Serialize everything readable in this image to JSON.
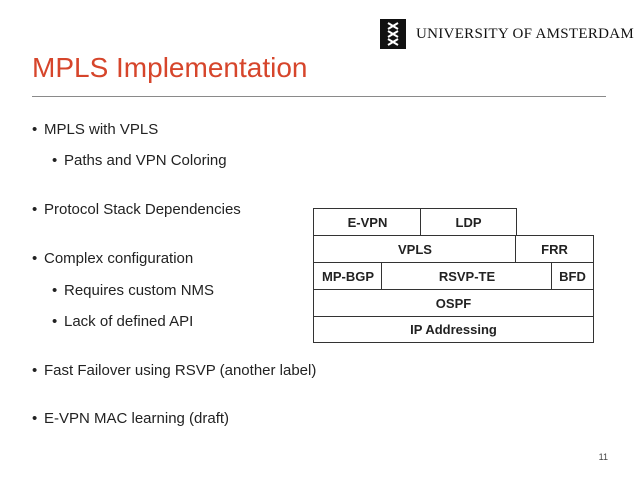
{
  "header": {
    "university_name": "UNIVERSITY OF AMSTERDAM"
  },
  "slide": {
    "title": "MPLS Implementation",
    "bullets": [
      {
        "text": "MPLS with VPLS",
        "level": 1
      },
      {
        "text": "Paths and VPN Coloring",
        "level": 2
      },
      {
        "text": "Protocol Stack Dependencies",
        "level": 1
      },
      {
        "text": "Complex configuration",
        "level": 1
      },
      {
        "text": "Requires custom NMS",
        "level": 2
      },
      {
        "text": "Lack of defined API",
        "level": 2
      },
      {
        "text": "Fast Failover using RSVP (another label)",
        "level": 1
      },
      {
        "text": "E-VPN MAC learning (draft)",
        "level": 1
      }
    ],
    "page_number": "11"
  },
  "protocol_stack": {
    "row1": [
      "E-VPN",
      "LDP"
    ],
    "row2": [
      "VPLS",
      "FRR"
    ],
    "row3": [
      "MP-BGP",
      "RSVP-TE",
      "BFD"
    ],
    "row4": [
      "OSPF"
    ],
    "row5": [
      "IP Addressing"
    ]
  }
}
